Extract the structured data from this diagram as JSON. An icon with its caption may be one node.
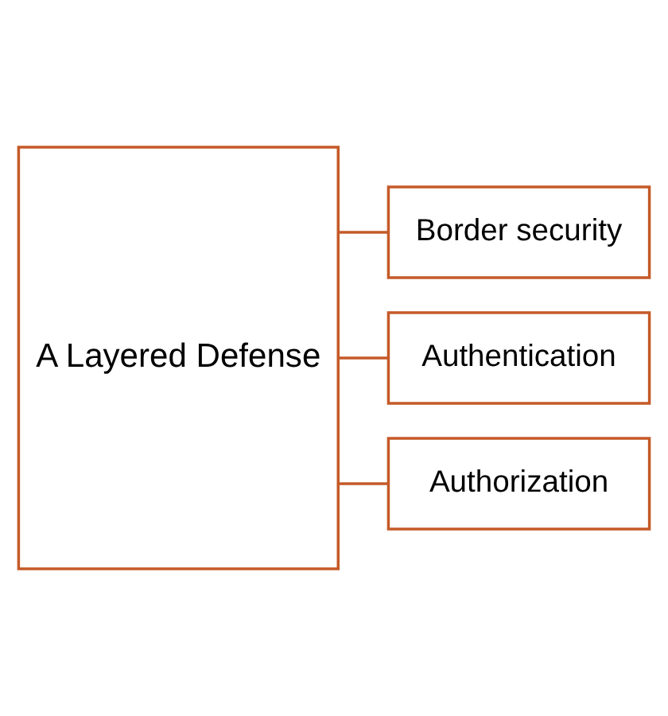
{
  "diagram": {
    "nodes": [
      {
        "text": [
          "A Layered Defense"
        ]
      },
      {
        "text": [
          "Border security"
        ]
      },
      {
        "text": [
          "Authentication"
        ]
      },
      {
        "text": [
          "Authorization"
        ]
      }
    ],
    "edges": [
      {
        "from": 0,
        "to": 1,
        "arrow": "none"
      },
      {
        "from": 0,
        "to": 2,
        "arrow": "none"
      },
      {
        "from": 0,
        "to": 3,
        "arrow": "none"
      }
    ]
  }
}
